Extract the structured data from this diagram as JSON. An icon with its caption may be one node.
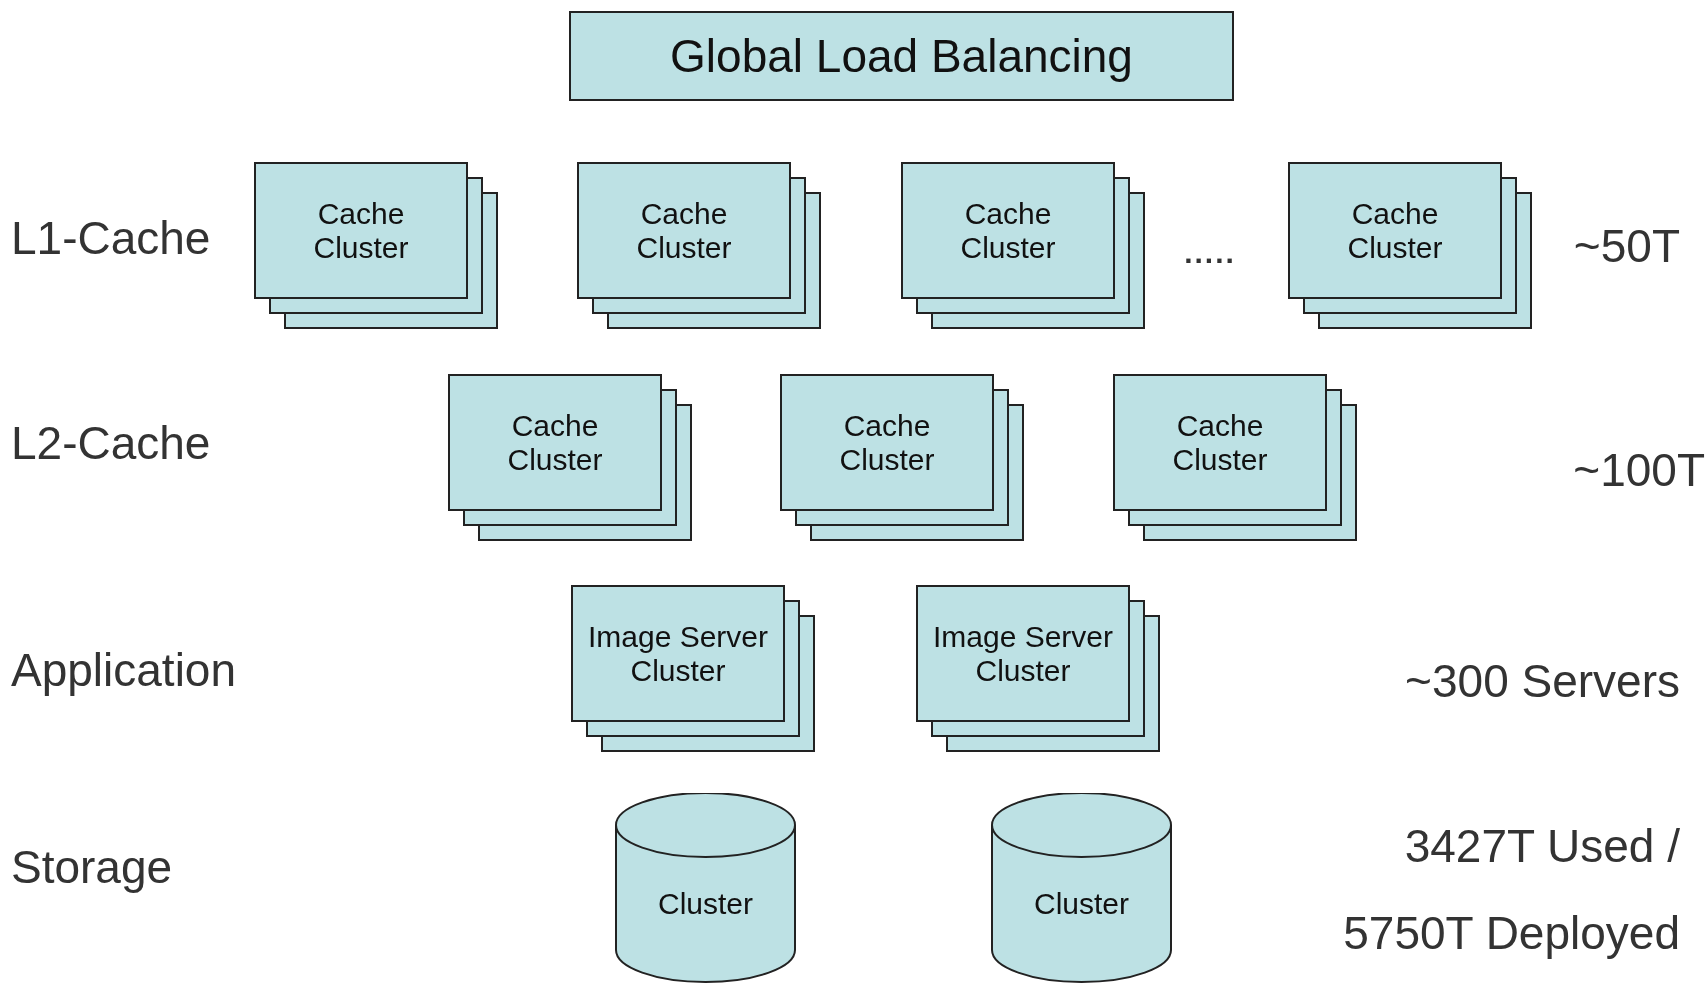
{
  "diagram": {
    "nodes": [
      {
        "text": [
          "Global Load Balancing"
        ]
      },
      {
        "text": [
          "Cache Cluster"
        ]
      },
      {
        "text": [
          "Cache Cluster"
        ]
      },
      {
        "text": [
          "Cache Cluster"
        ]
      },
      {
        "text": [
          "Cache Cluster"
        ]
      },
      {
        "text": [
          "Cache Cluster"
        ]
      },
      {
        "text": [
          "Cache Cluster"
        ]
      },
      {
        "text": [
          "Cache Cluster"
        ]
      },
      {
        "text": [
          "Image Server Cluster"
        ]
      },
      {
        "text": [
          "Image Server Cluster"
        ]
      },
      {
        "text": [
          "Cluster"
        ]
      },
      {
        "text": [
          "Cluster"
        ]
      }
    ],
    "edges": [],
    "labels": [
      "L1-Cache",
      ".....",
      "~50T",
      "L2-Cache",
      "~100T",
      "Application",
      "~300 Servers",
      "Storage",
      "3427T Used /",
      "5750T Deployed"
    ]
  }
}
